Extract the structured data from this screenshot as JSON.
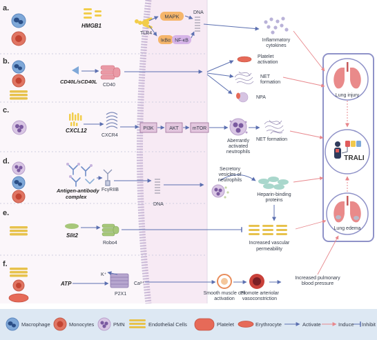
{
  "rows": {
    "a": {
      "letter": "a.",
      "ligand": "HMGB1",
      "receptor": "TLR4",
      "mapk": "MAPK",
      "ikba": "IκBα",
      "nfkb": "NF-κB",
      "dna": "DNA"
    },
    "b": {
      "letter": "b.",
      "ligand": "CD40L/sCD40L",
      "receptor": "CD40"
    },
    "c": {
      "letter": "c.",
      "ligand": "CXCL12",
      "receptor": "CXCR4",
      "k1": "PI3K",
      "k2": "AKT",
      "k3": "mTOR"
    },
    "d": {
      "letter": "d.",
      "ligand_line1": "Antigen-antibody",
      "ligand_line2": "complex",
      "receptor": "FcγRIIB",
      "dna": "DNA"
    },
    "e": {
      "letter": "e.",
      "ligand": "Slit2",
      "receptor": "Robo4"
    },
    "f": {
      "letter": "f.",
      "ligand": "ATP",
      "receptor": "P2X1",
      "k_ion": "K⁺",
      "ca_ion": "Ca²⁺"
    }
  },
  "outcomes": {
    "inflammatory_1": "Inflammatory",
    "inflammatory_2": "cytokines",
    "platelet_1": "Platelet",
    "platelet_2": "activation",
    "net_1": "NET",
    "net_2": "formation",
    "npa": "NPA",
    "aberrant_1": "Aberrantly",
    "aberrant_2": "activated",
    "aberrant_3": "neutrophils",
    "net_formation": "NET formation",
    "secretory_1": "Secretory",
    "secretory_2": "vesicles of",
    "secretory_3": "neutrophils",
    "heparin_1": "Heparin-binding",
    "heparin_2": "proteins",
    "vascular_1": "Increased vascular",
    "vascular_2": "permeability",
    "smooth_1": "Smooth muscle cell",
    "smooth_2": "activation",
    "arteriolar_1": "Promote arteriolar",
    "arteriolar_2": "vasoconstriction",
    "pulmonary_1": "Increased pulmonary",
    "pulmonary_2": "blood pressure"
  },
  "trali": {
    "lung_injury": "Lung injury",
    "center": "TRALI",
    "lung_edema": "Lung edema"
  },
  "legend": [
    {
      "key": "macrophage",
      "label": "Macrophage"
    },
    {
      "key": "monocyte",
      "label": "Monocytes"
    },
    {
      "key": "pmn",
      "label": "PMN"
    },
    {
      "key": "endothelial",
      "label": "Endothelial Cells"
    },
    {
      "key": "platelet",
      "label": "Platelet"
    },
    {
      "key": "erythrocyte",
      "label": "Erythrocyte"
    },
    {
      "key": "activate",
      "label": "Activate"
    },
    {
      "key": "induce",
      "label": "Induce"
    },
    {
      "key": "inhibit",
      "label": "Inhibit"
    }
  ],
  "colors": {
    "activate": "#5b6fb0",
    "induce": "#e8878c",
    "inhibit": "#5b6fb0",
    "panel_border": "#8f92c8",
    "node_fill": "#e3c6de",
    "node_border": "#9b6e98",
    "macrophage": "#7fa8d8",
    "monocyte": "#e07563",
    "pmn": "#c9b2d8",
    "platelet": "#e66a58",
    "endothelial": "#e7c24c"
  }
}
